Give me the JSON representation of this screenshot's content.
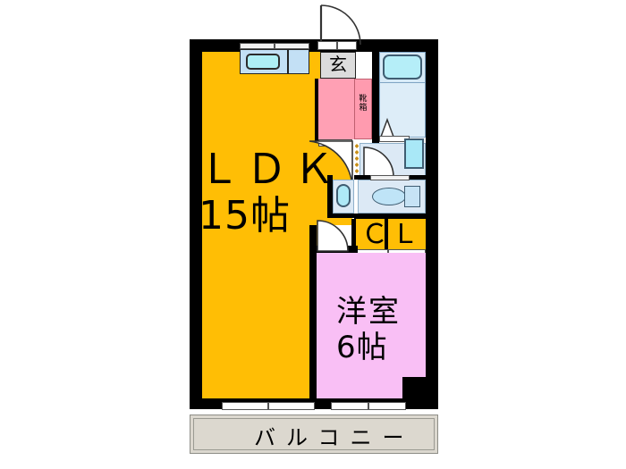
{
  "plan": {
    "type": "apartment-floor-plan",
    "layout_code": "1LDK",
    "rooms": [
      {
        "id": "ldk",
        "label_main": "ＬＤＫ",
        "label_size": "15帖",
        "color": "#FFBE05"
      },
      {
        "id": "washitsu",
        "label_main": "洋室",
        "label_size": "6帖",
        "color": "#F9BFF5"
      },
      {
        "id": "genkan",
        "label_main": "玄",
        "label_size": "",
        "color": "#FFA0B4"
      },
      {
        "id": "shoebox",
        "label_main": "靴箱",
        "label_size": "",
        "color": "#FF9BAF"
      },
      {
        "id": "closet",
        "label_main": "ＣＬ",
        "label_size": "",
        "color": "#FFBE05"
      },
      {
        "id": "balcony",
        "label_main": "バルコニー",
        "label_size": "",
        "color": "#DCD8CF"
      }
    ],
    "fixtures": [
      {
        "id": "kitchen-sink",
        "name": "kitchen-sink"
      },
      {
        "id": "kitchen-counter",
        "name": "kitchen-counter"
      },
      {
        "id": "bathtub",
        "name": "bathtub"
      },
      {
        "id": "bath-room",
        "name": "bath-room"
      },
      {
        "id": "washing-machine",
        "name": "washing-machine-space"
      },
      {
        "id": "toilet",
        "name": "toilet"
      },
      {
        "id": "wash-basin",
        "name": "wash-basin"
      }
    ],
    "colors": {
      "wall": "#000000",
      "ldk": "#FFBE05",
      "room": "#F9BFF5",
      "genkan": "#FFA0B4",
      "shoebox": "#FF9BAF",
      "bath": "#D7EAF7",
      "tile": "#DCE9F5",
      "counter": "#C3E0F5",
      "sink_bowl": "#AEEFF5",
      "balcony": "#DCD8CF",
      "entry_tile": "#DCDCDC",
      "background": "#FFFFFF"
    }
  }
}
